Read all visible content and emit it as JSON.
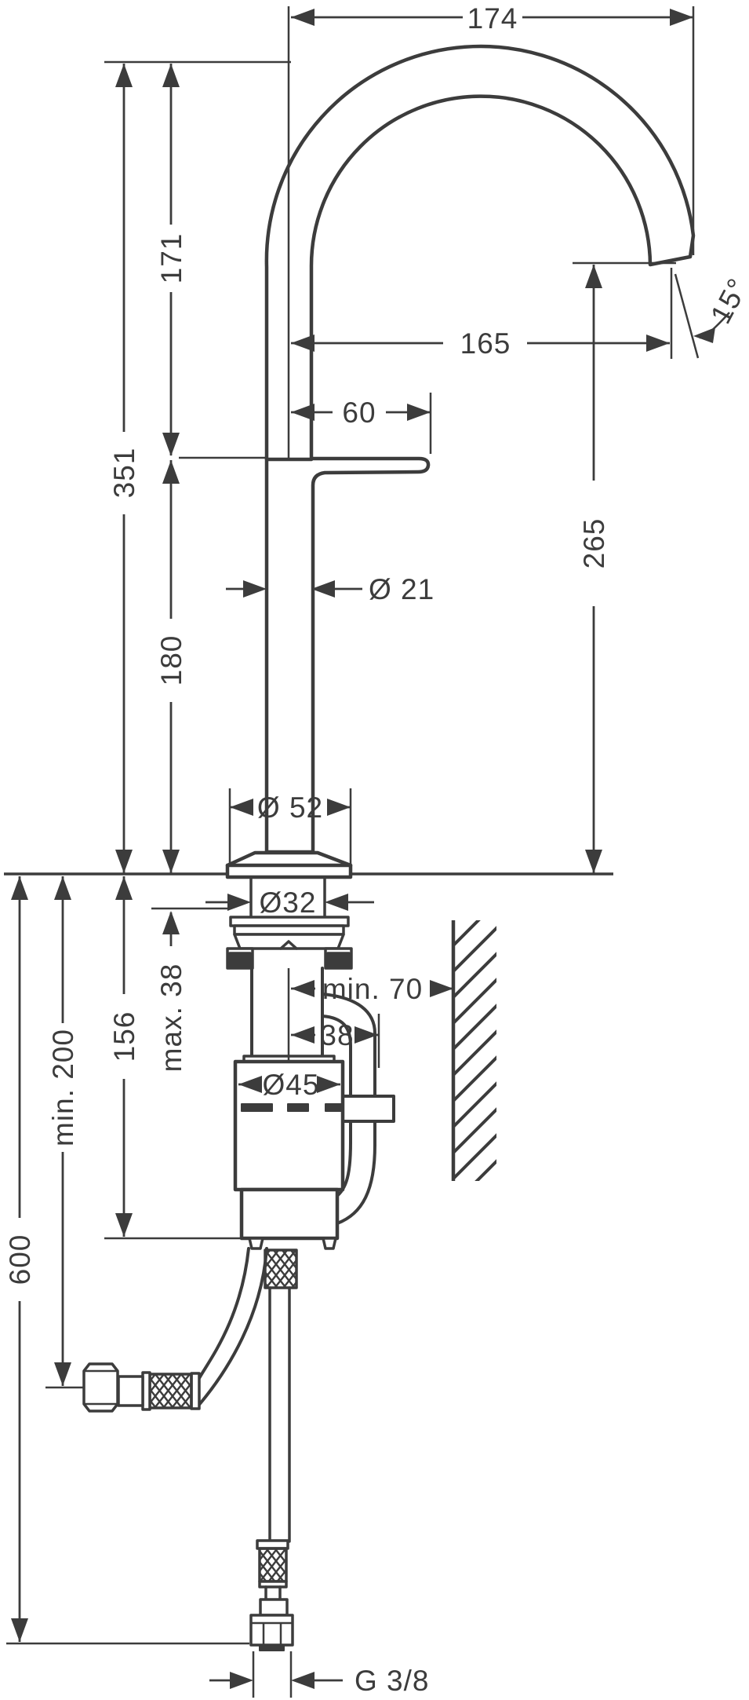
{
  "drawing": {
    "type": "technical-dimension-drawing",
    "subject": "tall-basin-mixer-faucet-side-view",
    "line_color": "#3c3c3c",
    "background": "#ffffff",
    "labels": {
      "d174": "174",
      "d171": "171",
      "d351": "351",
      "d180": "180",
      "d165": "165",
      "d60": "60",
      "d265": "265",
      "angle15": "15°",
      "dia21": "Ø 21",
      "dia52": "Ø 52",
      "dia32": "Ø32",
      "max38": "max. 38",
      "min70": "min. 70",
      "d38": "38",
      "dia45": "Ø45",
      "d156": "156",
      "min200": "min. 200",
      "d600": "600",
      "g38": "G 3/8"
    }
  }
}
